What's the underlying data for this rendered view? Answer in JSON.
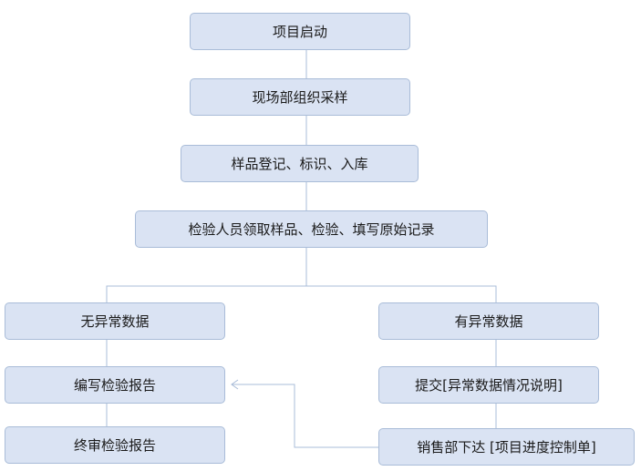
{
  "nodes": {
    "project_start": "项目启动",
    "site_sampling": "现场部组织采样",
    "sample_registration": "样品登记、标识、入库",
    "inspection_process": "检验人员领取样品、检验、填写原始记录",
    "no_abnormal_data": "无异常数据",
    "abnormal_data": "有异常数据",
    "write_report": "编写检验报告",
    "submit_abnormal_explanation": "提交[异常数据情况说明]",
    "final_review_report": "终审检验报告",
    "sales_issue_control_sheet": "销售部下达 [项目进度控制单]"
  },
  "colors": {
    "node_fill": "#dae3f3",
    "node_border": "#a9bcd8",
    "connector": "#a9bcd8"
  }
}
